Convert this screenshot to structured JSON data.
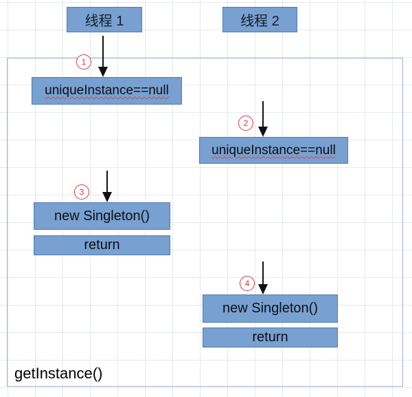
{
  "threads": [
    {
      "label": "线程 1"
    },
    {
      "label": "线程 2"
    }
  ],
  "container": {
    "label": "getInstance()"
  },
  "steps": [
    {
      "badge": "1",
      "label": "uniqueInstance==null"
    },
    {
      "badge": "2",
      "label": "uniqueInstance==null"
    },
    {
      "badge": "3",
      "label": "new Singleton()",
      "label2": "return"
    },
    {
      "badge": "4",
      "label": "new Singleton()",
      "label2": "return"
    }
  ],
  "colors": {
    "box_fill": "#78a0d0",
    "box_border": "#4d7cb0",
    "container_border": "#9db6d0",
    "badge_red": "#d43b3b",
    "arrow_black": "#111111",
    "squiggle_red": "#c4524e"
  }
}
